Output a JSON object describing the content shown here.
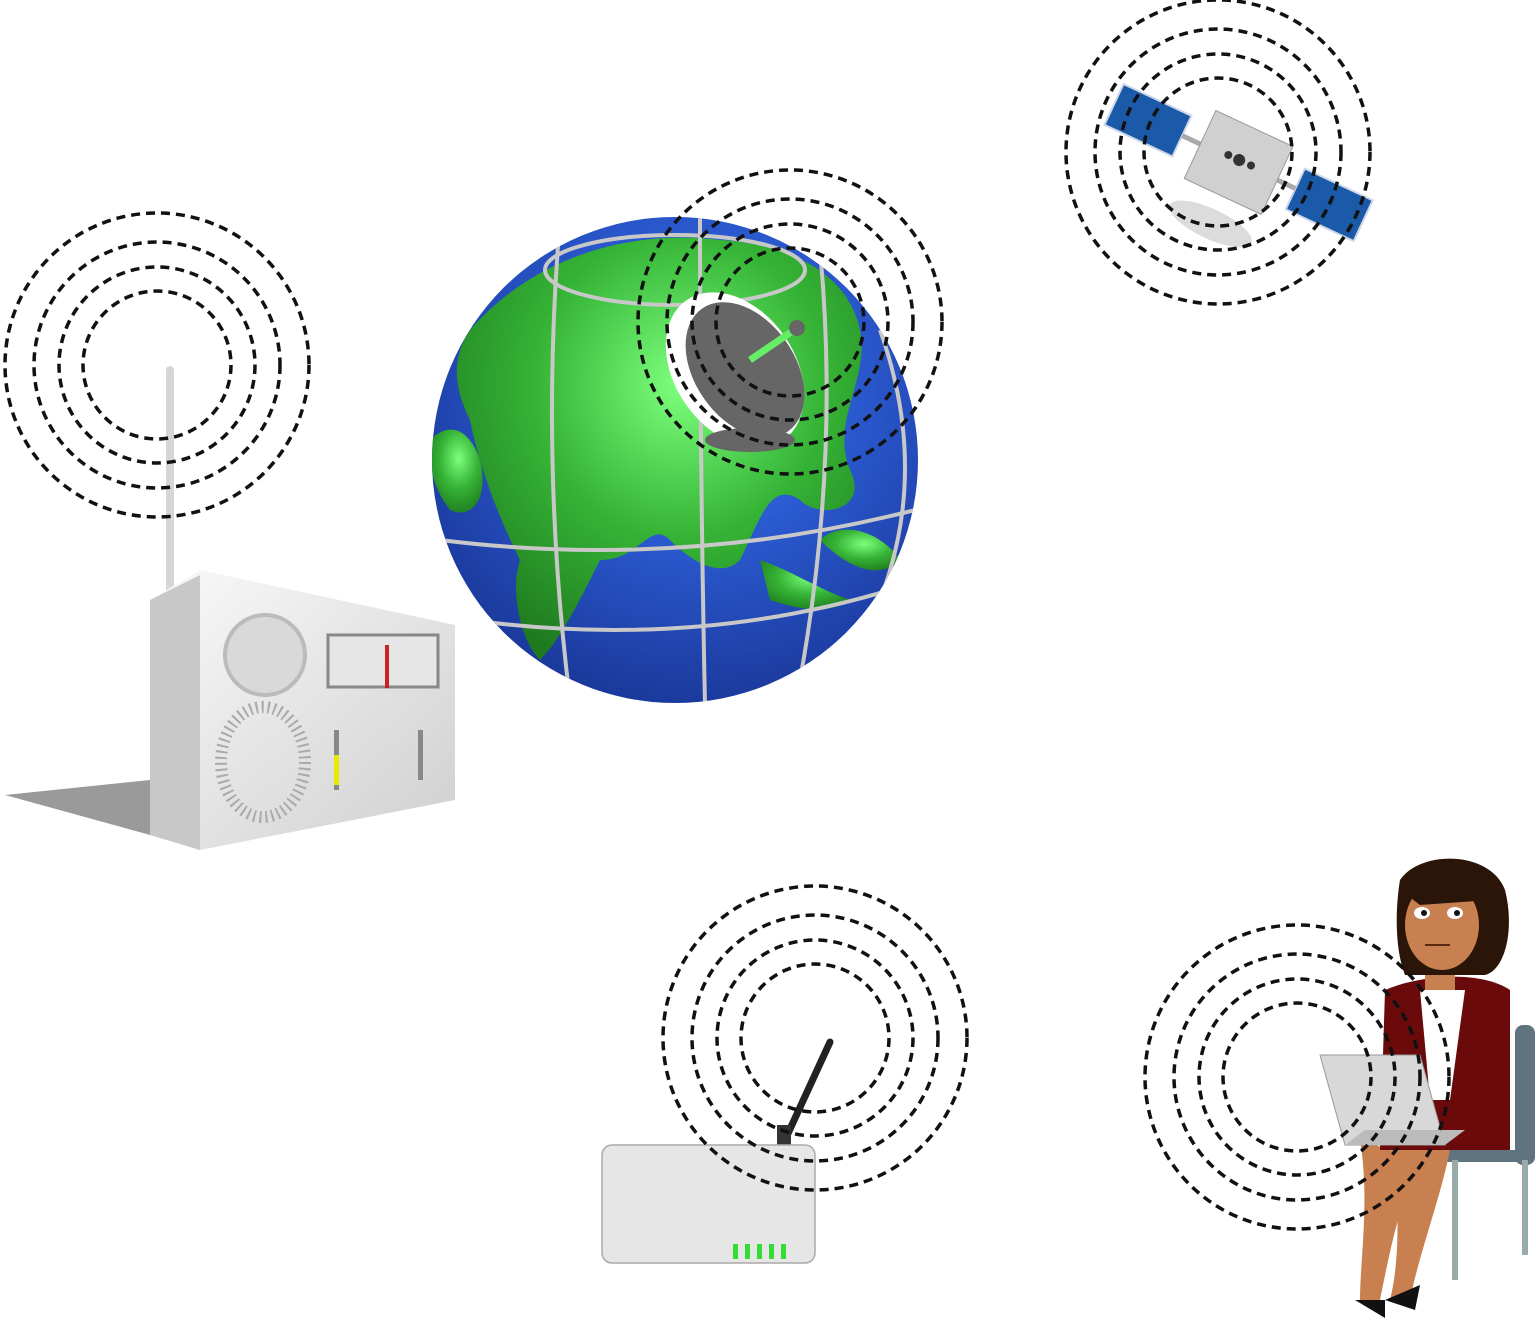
{
  "scene": {
    "objects": [
      "globe-icon",
      "satellite-dish-icon",
      "radio-icon",
      "satellite-icon",
      "router-icon",
      "person-with-laptop-icon"
    ],
    "signal_rings": [
      "radio",
      "globe-dish",
      "satellite",
      "router",
      "person"
    ]
  },
  "colors": {
    "ocean": "#2250c8",
    "land": "#2fa82f",
    "land_highlight": "#66ee66",
    "device_grey": "#e6e6e6",
    "solar_panel": "#1a5aa8",
    "led_green": "#33dd33",
    "led_yellow": "#e8e800",
    "jacket": "#6b0a0a",
    "skin": "#c98050",
    "ring": "#111111"
  }
}
